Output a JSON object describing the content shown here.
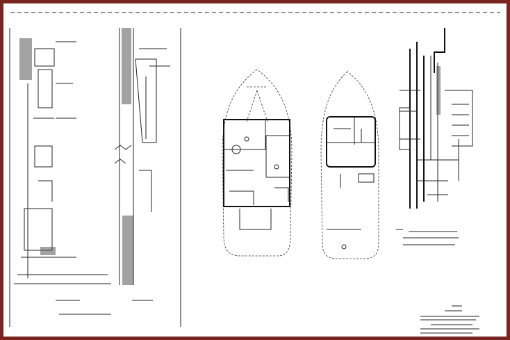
{
  "colors": {
    "border": "#7a2620",
    "paper": "#ffffff",
    "ink": "#222222"
  },
  "drawing": {
    "views": [
      "section-elevations",
      "lower-deck-plan",
      "upper-deck-plan",
      "wiring-schematic"
    ]
  }
}
